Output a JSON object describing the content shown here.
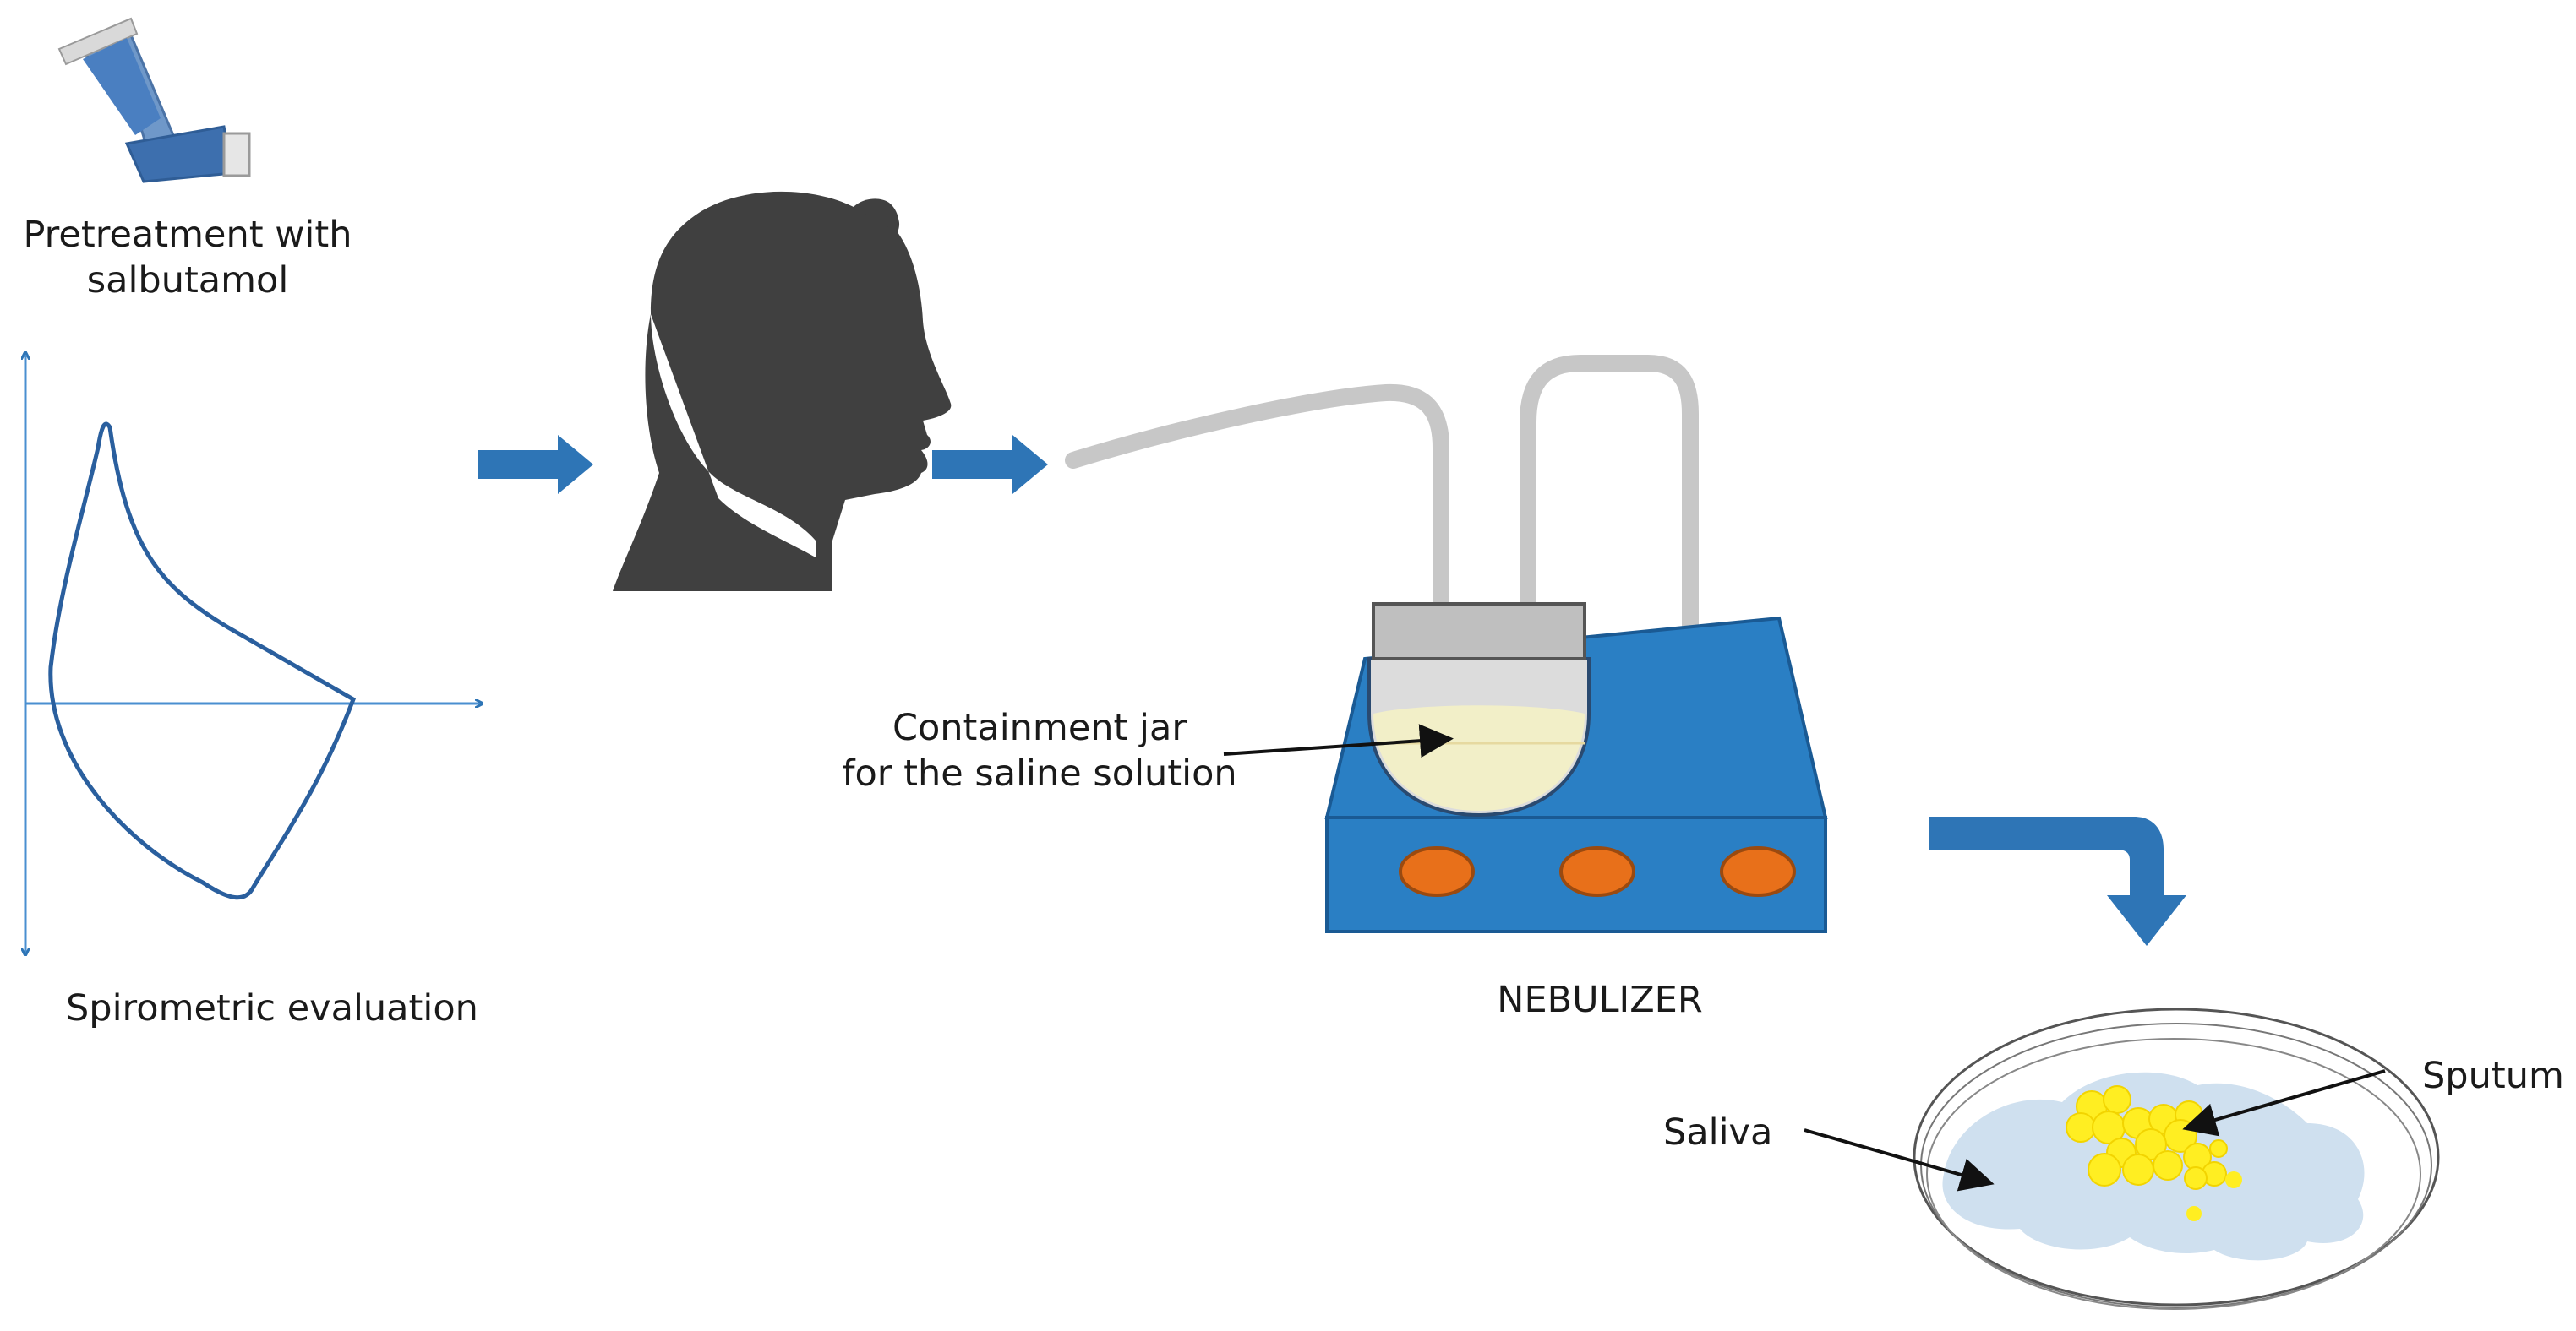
{
  "labels": {
    "pretreatment_line1": "Pretreatment with",
    "pretreatment_line2": "salbutamol",
    "spirometric": "Spirometric evaluation",
    "containment_line1": "Containment jar",
    "containment_line2": "for the saline solution",
    "nebulizer": "NEBULIZER",
    "saliva": "Saliva",
    "sputum": "Sputum"
  },
  "icons": {
    "inhaler": "inhaler-icon",
    "head": "head-silhouette-icon",
    "nebulizer": "nebulizer-device-icon",
    "petri_dish": "petri-dish-icon",
    "spirometry": "flow-volume-loop-icon"
  },
  "colors": {
    "arrow_blue": "#2e75b6",
    "device_blue": "#2a7fc4",
    "device_knob": "#e8701a",
    "silhouette": "#404040",
    "tube_gray": "#c8c8c8",
    "saline": "#f2efc8",
    "saliva": "#cfe0ef",
    "sputum": "#ffee22"
  }
}
